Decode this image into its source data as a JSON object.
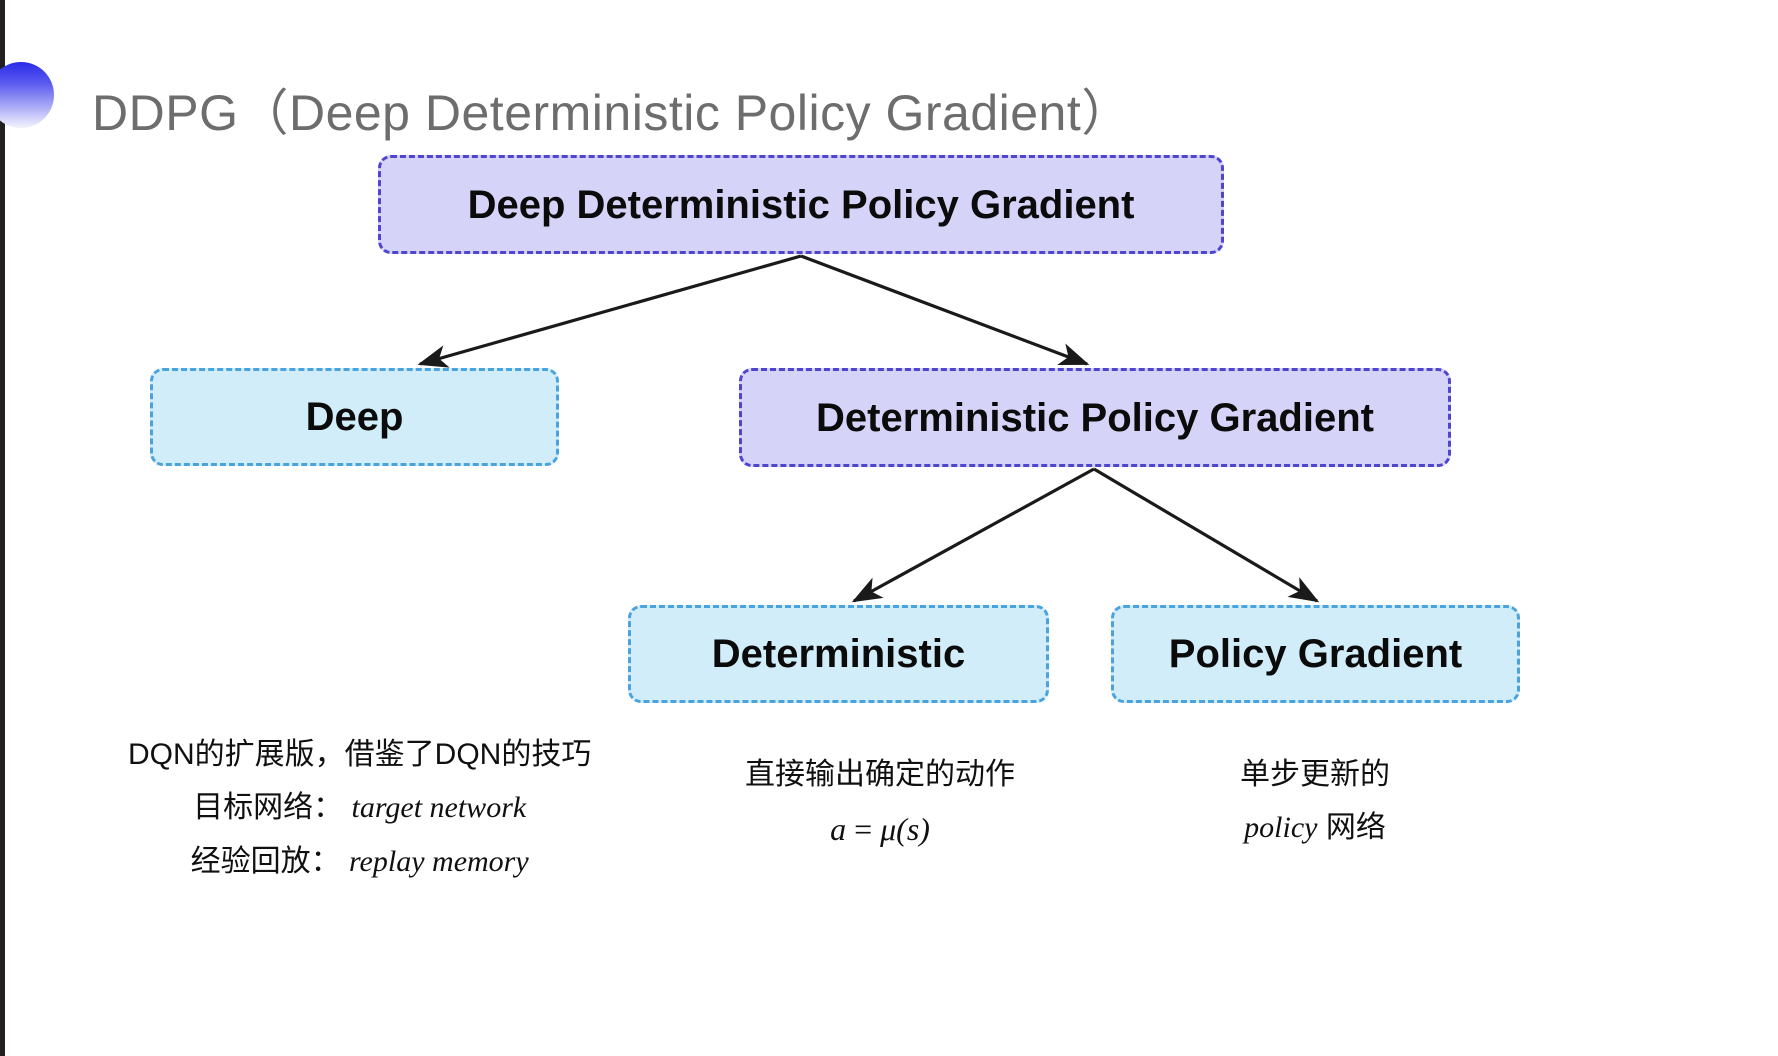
{
  "slide": {
    "title": "DDPG（Deep Deterministic Policy Gradient）",
    "background_color": "#ffffff",
    "title_color": "#6d6d6d",
    "bullet_icon": "gradient-circle-bullet-icon"
  },
  "diagram": {
    "type": "tree",
    "palette": {
      "purple_fill": "#d6d3f8",
      "purple_border": "#4f45cf",
      "blue_fill": "#d2edfa",
      "blue_border": "#4ba3dd",
      "arrow_color": "#1a1a1a"
    },
    "nodes": [
      {
        "id": "root",
        "label": "Deep Deterministic Policy Gradient",
        "style": "purple",
        "level": 0
      },
      {
        "id": "deep",
        "label": "Deep",
        "style": "blue",
        "level": 1
      },
      {
        "id": "dpg",
        "label": "Deterministic Policy Gradient",
        "style": "purple",
        "level": 1
      },
      {
        "id": "deterministic",
        "label": "Deterministic",
        "style": "blue",
        "level": 2
      },
      {
        "id": "policy_gradient",
        "label": "Policy Gradient",
        "style": "blue",
        "level": 2
      }
    ],
    "edges": [
      {
        "from": "root",
        "to": "deep"
      },
      {
        "from": "root",
        "to": "dpg"
      },
      {
        "from": "dpg",
        "to": "deterministic"
      },
      {
        "from": "dpg",
        "to": "policy_gradient"
      }
    ]
  },
  "captions": {
    "deep": {
      "line1": "DQN的扩展版，借鉴了DQN的技巧",
      "line2_label": "目标网络：",
      "line2_term": "target network",
      "line3_label": "经验回放：",
      "line3_term": "replay memory"
    },
    "deterministic": {
      "line1": "直接输出确定的动作",
      "formula_lhs": "a",
      "formula_op": "=",
      "formula_rhs": "μ(s)"
    },
    "policy_gradient": {
      "line1": "单步更新的",
      "line2_term": "policy",
      "line2_suffix": "网络"
    }
  }
}
